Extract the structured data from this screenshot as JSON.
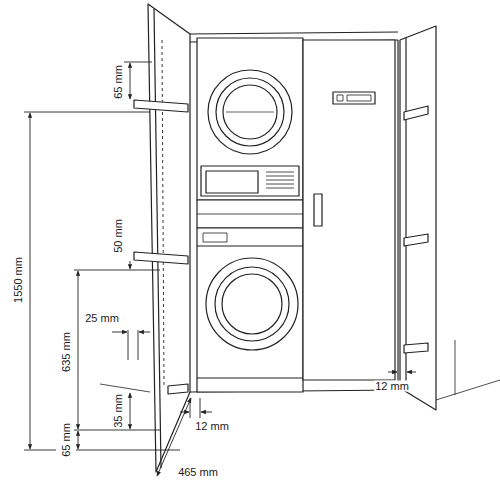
{
  "diagram": {
    "labels": [
      "65 mm",
      "1550 mm",
      "50 mm",
      "25 mm",
      "635 mm",
      "35 mm",
      "65 mm",
      "12 mm",
      "465 mm",
      "12 mm"
    ]
  }
}
